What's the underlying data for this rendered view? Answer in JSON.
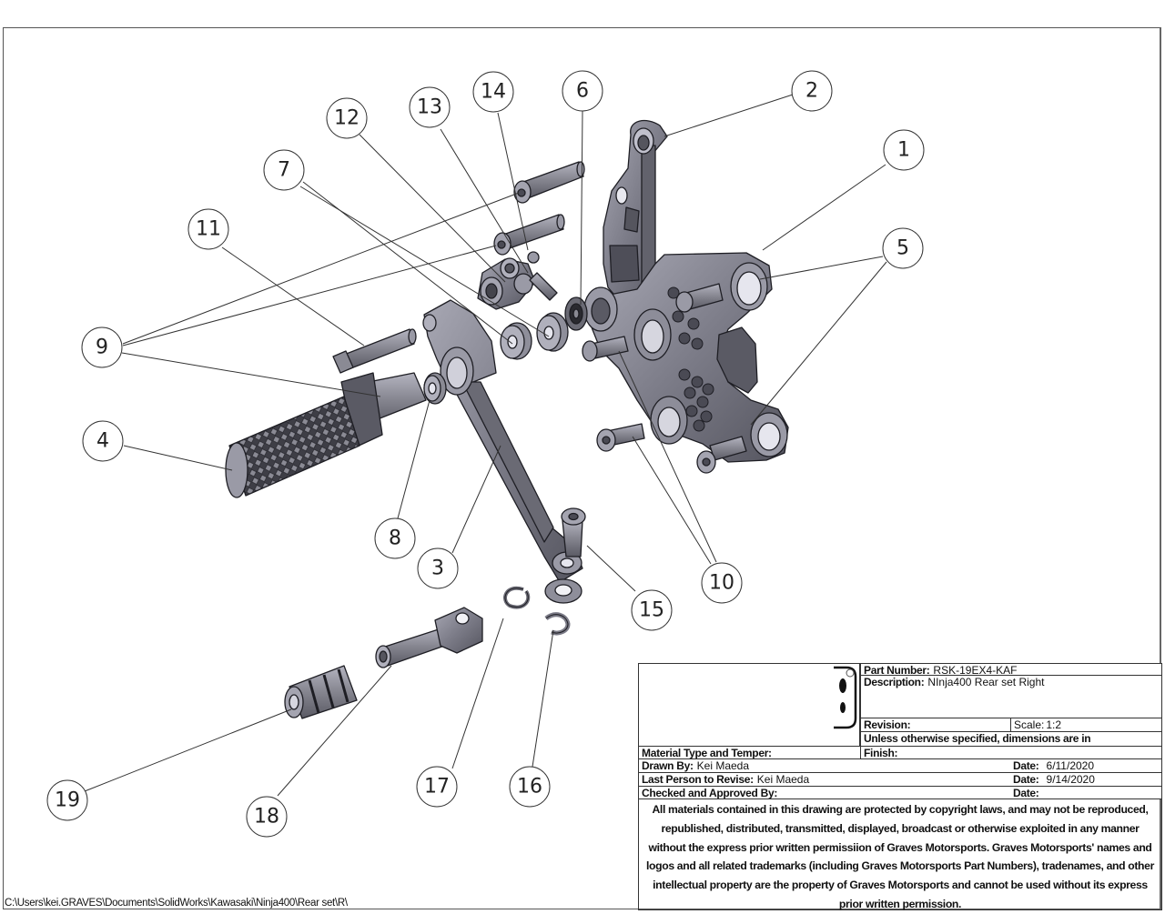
{
  "drawing": {
    "title": "Ninja400 Rear set Right exploded assembly",
    "balloons": [
      "1",
      "2",
      "3",
      "4",
      "5",
      "6",
      "7",
      "8",
      "9",
      "10",
      "11",
      "12",
      "13",
      "14",
      "15",
      "16",
      "17",
      "18",
      "19"
    ],
    "colors": {
      "metal_face": "#7a7a86",
      "metal_light": "#a4a4b0",
      "metal_dark": "#4c4c56",
      "edge": "#1e1e24",
      "leader": "#333333"
    }
  },
  "title_block": {
    "part_number_label": "Part Number:",
    "part_number": "RSK-19EX4-KAF",
    "description_label": "Description:",
    "description": "NInja400 Rear set Right",
    "revision_label": "Revision:",
    "revision": "",
    "scale_label": "Scale:",
    "scale": "1:2",
    "units_note": "Unless otherwise specified, dimensions are in",
    "material_label": "Material Type and Temper:",
    "material": "",
    "finish_label": "Finish:",
    "finish": "",
    "drawn_by_label": "Drawn By:",
    "drawn_by": "Kei Maeda",
    "drawn_date_label": "Date:",
    "drawn_date": "6/11/2020",
    "revised_by_label": "Last Person to Revise:",
    "revised_by": "Kei Maeda",
    "revised_date_label": "Date:",
    "revised_date": "9/14/2020",
    "checked_label": "Checked and Approved By:",
    "checked_by": "",
    "checked_date_label": "Date:",
    "checked_date": "",
    "legal_lines": [
      "All materials contained in this drawing are protected by copyright laws, and may not be reproduced,",
      "republished, distributed, transmitted, displayed, broadcast or otherwise exploited in any manner",
      "without the express prior written permissiion of Graves Motorsports. Graves Motorsports' names and",
      "logos and all related trademarks (including Graves Motorsports Part Numbers), tradenames, and other",
      "intellectual property are the property of Graves Motorsports and cannot be used without its express",
      "prior written permission."
    ]
  },
  "file_path": "C:\\Users\\kei.GRAVES\\Documents\\SolidWorks\\Kawasaki\\Ninja400\\Rear set\\R\\"
}
